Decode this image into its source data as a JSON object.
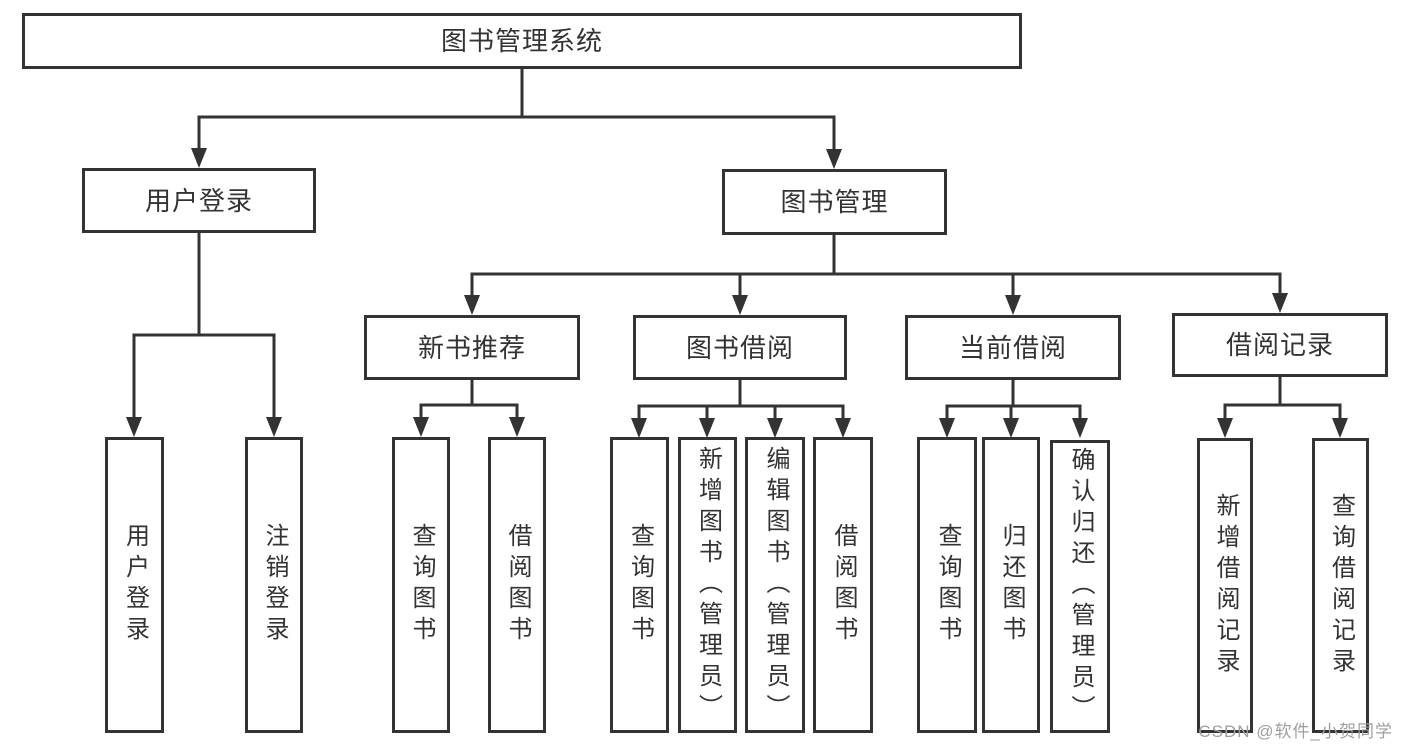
{
  "colors": {
    "line": "#333333",
    "text": "#333333",
    "watermark": "#9e9e9e",
    "background": "#ffffff"
  },
  "diagram": {
    "title": "图书管理系统",
    "level2": [
      {
        "label": "用户登录"
      },
      {
        "label": "图书管理"
      }
    ],
    "level3": [
      {
        "label": "新书推荐"
      },
      {
        "label": "图书借阅"
      },
      {
        "label": "当前借阅"
      },
      {
        "label": "借阅记录"
      }
    ],
    "leaves": [
      {
        "label": "用户登录"
      },
      {
        "label": "注销登录"
      },
      {
        "label": "查询图书"
      },
      {
        "label": "借阅图书"
      },
      {
        "label": "查询图书"
      },
      {
        "label": "新增图书（管理员）"
      },
      {
        "label": "编辑图书（管理员）"
      },
      {
        "label": "借阅图书"
      },
      {
        "label": "查询图书"
      },
      {
        "label": "归还图书"
      },
      {
        "label": "确认归还（管理员）"
      },
      {
        "label": "新增借阅记录"
      },
      {
        "label": "查询借阅记录"
      }
    ]
  },
  "watermark": {
    "text": "CSDN @软件_小贺同学"
  }
}
